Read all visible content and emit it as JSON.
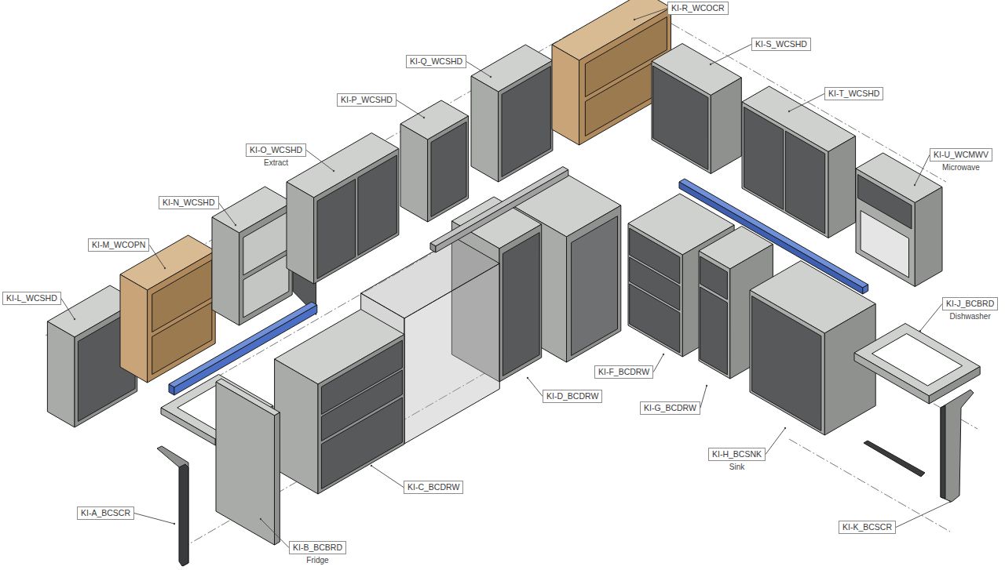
{
  "diagram": {
    "nodes": [
      {
        "text": [
          "KI-R_WCOCR"
        ]
      },
      {
        "text": [
          "KI-S_WCSHD"
        ]
      },
      {
        "text": [
          "KI-Q_WCSHD"
        ]
      },
      {
        "text": [
          "KI-T_WCSHD"
        ]
      },
      {
        "text": [
          "KI-P_WCSHD"
        ]
      },
      {
        "text": [
          "KI-O_WCSHD",
          "Extract"
        ]
      },
      {
        "text": [
          "KI-U_WCMWV",
          "Microwave"
        ]
      },
      {
        "text": [
          "KI-N_WCSHD"
        ]
      },
      {
        "text": [
          "KI-M_WCOPN"
        ]
      },
      {
        "text": [
          "KI-L_WCSHD"
        ]
      },
      {
        "text": [
          "KI-J_BCBRD",
          "Dishwasher"
        ]
      },
      {
        "text": [
          "KI-F_BCDRW"
        ]
      },
      {
        "text": [
          "KI-D_BCDRW"
        ]
      },
      {
        "text": [
          "KI-G_BCDRW"
        ]
      },
      {
        "text": [
          "KI-H_BCSNK",
          "Sink"
        ]
      },
      {
        "text": [
          "KI-C_BCDRW"
        ]
      },
      {
        "text": [
          "KI-A_BCSCR"
        ]
      },
      {
        "text": [
          "KI-K_BCSCR"
        ]
      },
      {
        "text": [
          "KI-B_BCBRD",
          "Fridge"
        ]
      }
    ]
  }
}
